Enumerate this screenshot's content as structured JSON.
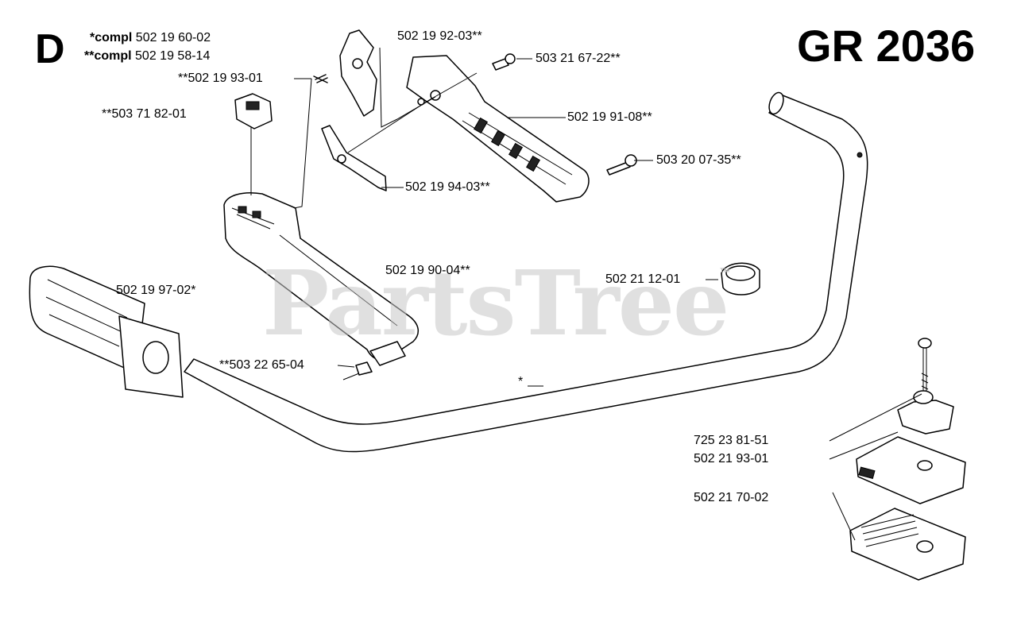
{
  "section_letter": "D",
  "model": "GR 2036",
  "watermark": "PartsTree",
  "watermark_tm": "™",
  "compl_star": {
    "prefix": "*compl",
    "number": "502 19 60-02"
  },
  "compl_double": {
    "prefix": "**compl",
    "number": "502 19 58-14"
  },
  "parts": [
    "**502 19 93-01",
    "**503 71 82-01",
    "502 19 92-03**",
    "503 21 67-22**",
    "502 19 91-08**",
    "503 20 07-35**",
    "502 19 94-03**",
    "502 19 90-04**",
    "502 19 97-02*",
    "502 21 12-01",
    "**503 22 65-04",
    "*",
    "725 23 81-51",
    "502 21 93-01",
    "502 21 70-02"
  ]
}
